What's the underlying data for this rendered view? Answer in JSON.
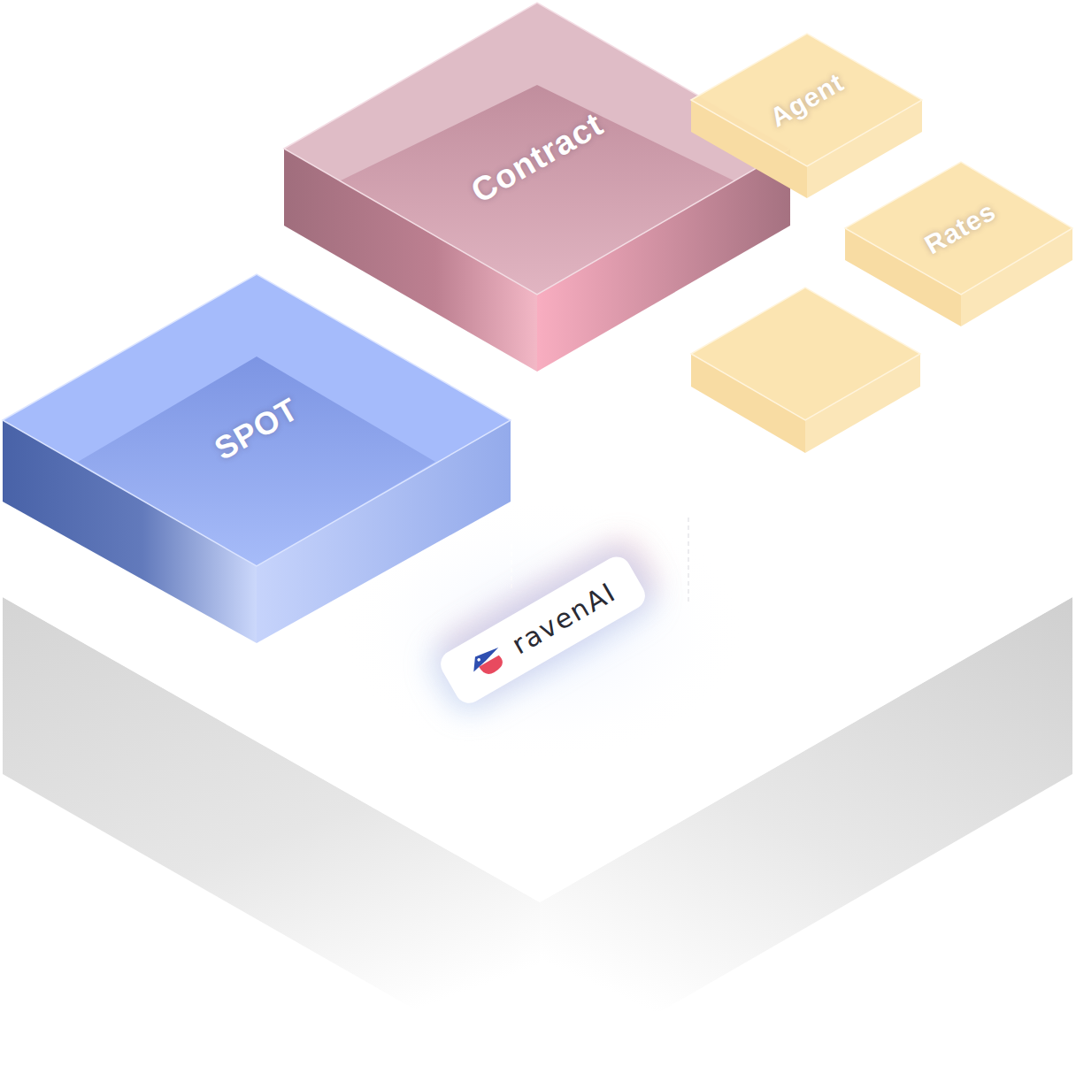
{
  "diagram": {
    "nodes": [
      {
        "text": [
          "Contract"
        ]
      },
      {
        "text": [
          "Agent"
        ]
      },
      {
        "text": [
          "Rates"
        ]
      },
      {
        "text": [
          "SPOT"
        ]
      },
      {
        "text": [
          "ravenAI"
        ]
      }
    ]
  }
}
